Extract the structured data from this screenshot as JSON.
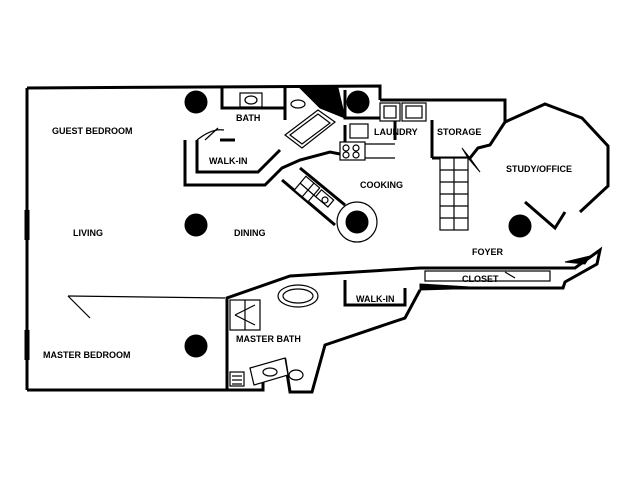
{
  "floor_plan": {
    "rooms": {
      "guest_bedroom": "GUEST BEDROOM",
      "bath": "BATH",
      "walk_in_top": "WALK-IN",
      "laundry": "LAUNDRY",
      "storage": "STORAGE",
      "study_office": "STUDY/OFFICE",
      "cooking": "COOKING",
      "living": "LIVING",
      "dining": "DINING",
      "foyer": "FOYER",
      "closet": "CLOSET",
      "walk_in_bottom": "WALK-IN",
      "master_bath": "MASTER BATH",
      "master_bedroom": "MASTER BEDROOM"
    },
    "colors": {
      "lines": "#000000",
      "background": "#ffffff"
    }
  }
}
